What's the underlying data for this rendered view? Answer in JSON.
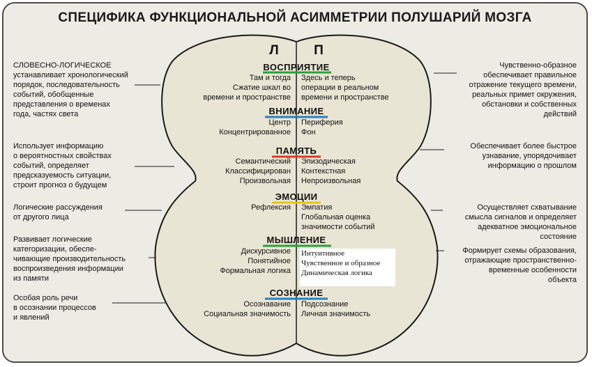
{
  "title": "СПЕЦИФИКА ФУНКЦИОНАЛЬНОЙ АСИММЕТРИИ ПОЛУШАРИЙ МОЗГА",
  "hemispheres": {
    "left": "Л",
    "right": "П"
  },
  "colors": {
    "line": "#1a1a1a",
    "brain_fill": "#e9e5d4",
    "background": "#ececE4",
    "underline_perception": "#2e9e3e",
    "underline_attention": "#2a7fbf",
    "underline_memory": "#d93a2f",
    "underline_emotions": "#e8c21a",
    "underline_thinking": "#2e9e3e",
    "underline_consciousness": "#2a7fbf"
  },
  "sections": [
    {
      "title": "ВОСПРИЯТИЕ",
      "left": [
        "Там и тогда",
        "Сжатие шкал во",
        "времени и пространстве"
      ],
      "right": [
        "Здесь и теперь",
        "операции в реальном",
        "времени и пространстве"
      ]
    },
    {
      "title": "ВНИМАНИЕ",
      "left": [
        "Центр",
        "Концентрированное"
      ],
      "right": [
        "Периферия",
        "Фон"
      ]
    },
    {
      "title": "ПАМЯТЬ",
      "left": [
        "Семантический",
        "Классифицирован",
        "Произвольная"
      ],
      "right": [
        "Эпизодическая",
        "Контекстная",
        "Непроизвольная"
      ]
    },
    {
      "title": "ЭМОЦИИ",
      "left": [
        "Рефлексия"
      ],
      "right": [
        "Эмпатия",
        "Глобальная оценка",
        "значимости событий"
      ]
    },
    {
      "title": "МЫШЛЕНИЕ",
      "left": [
        "Дискурсивное",
        "Понятийное",
        "Формальная логика"
      ],
      "right": [
        "Интуитивное",
        "Чувственное и образное",
        "Динамическая логика"
      ]
    },
    {
      "title": "СОЗНАНИЕ",
      "left": [
        "Осознавание",
        "Социальная значимость"
      ],
      "right": [
        "Подсознание",
        "Личная значимость"
      ]
    }
  ],
  "left_notes": [
    [
      "СЛОВЕСНО-ЛОГИЧЕСКОЕ",
      "устанавливает хронологический",
      "порядок, последовательность",
      "событий, обобщенные",
      "представления о временах",
      "года, частях света"
    ],
    [
      "Использует информацию",
      "о вероятностных свойствах",
      "событий, определяет",
      "предсказуемость ситуации,",
      "строит прогноз о будущем"
    ],
    [
      "Логические рассуждения",
      "от другого лица"
    ],
    [
      "Развивает логические",
      "категоризации, обеспе-",
      "чивающие производительность",
      "воспроизведения информации",
      "из памяти"
    ],
    [
      "Особая роль речи",
      "в осознании процессов",
      "и явлений"
    ]
  ],
  "right_notes": [
    [
      "Чувственно-образное",
      "обеспечивает правильное",
      "отражение текущего времени,",
      "реальных примет окружения,",
      "обстановки и собственных",
      "действий"
    ],
    [
      "Обеспечивает более быстрое",
      "узнавание, упорядочивает",
      "информацию о прошлом"
    ],
    [
      "Осуществляет схватывание",
      "смысла сигналов и определяет",
      "адекватное эмоциональное",
      "состояние"
    ],
    [
      "Формирует схемы образования,",
      "отражающие пространственно-",
      "временные особенности",
      "объекта"
    ]
  ]
}
